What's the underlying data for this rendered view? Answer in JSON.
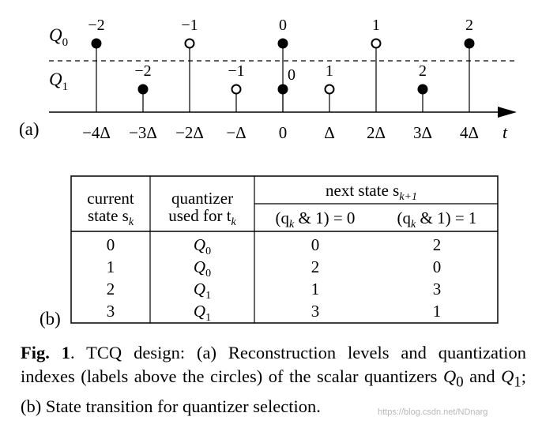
{
  "panel_a": {
    "label": "(a)",
    "q0_label": "Q",
    "q0_sub": "0",
    "q1_label": "Q",
    "q1_sub": "1",
    "axis_var": "t",
    "ticks": [
      {
        "x": -4,
        "label": "−4Δ"
      },
      {
        "x": -3,
        "label": "−3Δ"
      },
      {
        "x": -2,
        "label": "−2Δ"
      },
      {
        "x": -1,
        "label": "−Δ"
      },
      {
        "x": 0,
        "label": "0"
      },
      {
        "x": 1,
        "label": "Δ"
      },
      {
        "x": 2,
        "label": "2Δ"
      },
      {
        "x": 3,
        "label": "3Δ"
      },
      {
        "x": 4,
        "label": "4Δ"
      }
    ],
    "q0_points": [
      {
        "x": -4,
        "index": "−2",
        "filled": true
      },
      {
        "x": -2,
        "index": "−1",
        "filled": false
      },
      {
        "x": 0,
        "index": "0",
        "filled": true
      },
      {
        "x": 2,
        "index": "1",
        "filled": false
      },
      {
        "x": 4,
        "index": "2",
        "filled": true
      }
    ],
    "q1_points": [
      {
        "x": -3,
        "index": "−2",
        "filled": true
      },
      {
        "x": -1,
        "index": "−1",
        "filled": false
      },
      {
        "x": 0,
        "index": "0",
        "filled": true
      },
      {
        "x": 1,
        "index": "1",
        "filled": false
      },
      {
        "x": 3,
        "index": "2",
        "filled": true
      }
    ]
  },
  "panel_b": {
    "label": "(b)",
    "header": {
      "col1_line1": "current",
      "col1_line2": "state s",
      "col1_sub": "k",
      "col2_line1": "quantizer",
      "col2_line2": "used for t",
      "col2_sub": "k",
      "next_state": "next state s",
      "next_state_sub": "k+1",
      "cond0": "(q",
      "cond_sub": "k",
      "cond0_tail": " & 1) = 0",
      "cond1": "(q",
      "cond1_tail": " & 1) = 1"
    },
    "rows": [
      {
        "state": "0",
        "q": "Q",
        "qsub": "0",
        "n0": "0",
        "n1": "2"
      },
      {
        "state": "1",
        "q": "Q",
        "qsub": "0",
        "n0": "2",
        "n1": "0"
      },
      {
        "state": "2",
        "q": "Q",
        "qsub": "1",
        "n0": "1",
        "n1": "3"
      },
      {
        "state": "3",
        "q": "Q",
        "qsub": "1",
        "n0": "3",
        "n1": "1"
      }
    ]
  },
  "caption": {
    "fig": "Fig. 1",
    "text1": ". TCQ design: (a) Reconstruction levels and quantization indexes (labels above the circles) of the scalar quantizers ",
    "q0": "Q",
    "q0_sub": "0",
    "and": " and ",
    "q1": "Q",
    "q1_sub": "1",
    "text2": "; (b) State transition for quantizer selection."
  },
  "watermark": "https://blog.csdn.net/NDnarg"
}
